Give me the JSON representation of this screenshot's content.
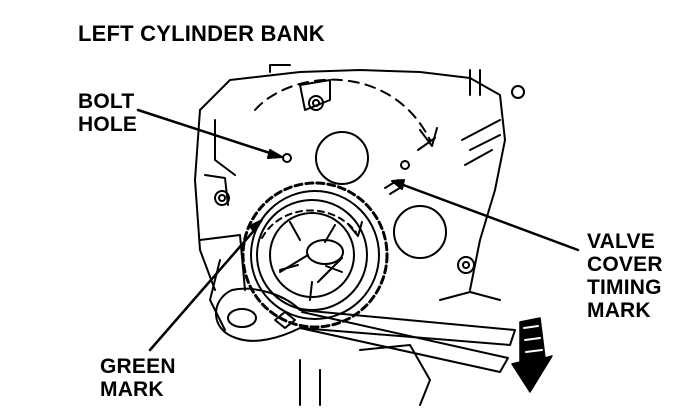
{
  "title": "LEFT CYLINDER BANK",
  "callouts": {
    "bolt_hole": [
      "BOLT",
      "HOLE"
    ],
    "valve_cover_timing_mark": [
      "VALVE",
      "COVER",
      "TIMING",
      "MARK"
    ],
    "green_mark": [
      "GREEN",
      "MARK"
    ]
  },
  "colors": {
    "ink": "#000000",
    "paper": "#ffffff"
  }
}
